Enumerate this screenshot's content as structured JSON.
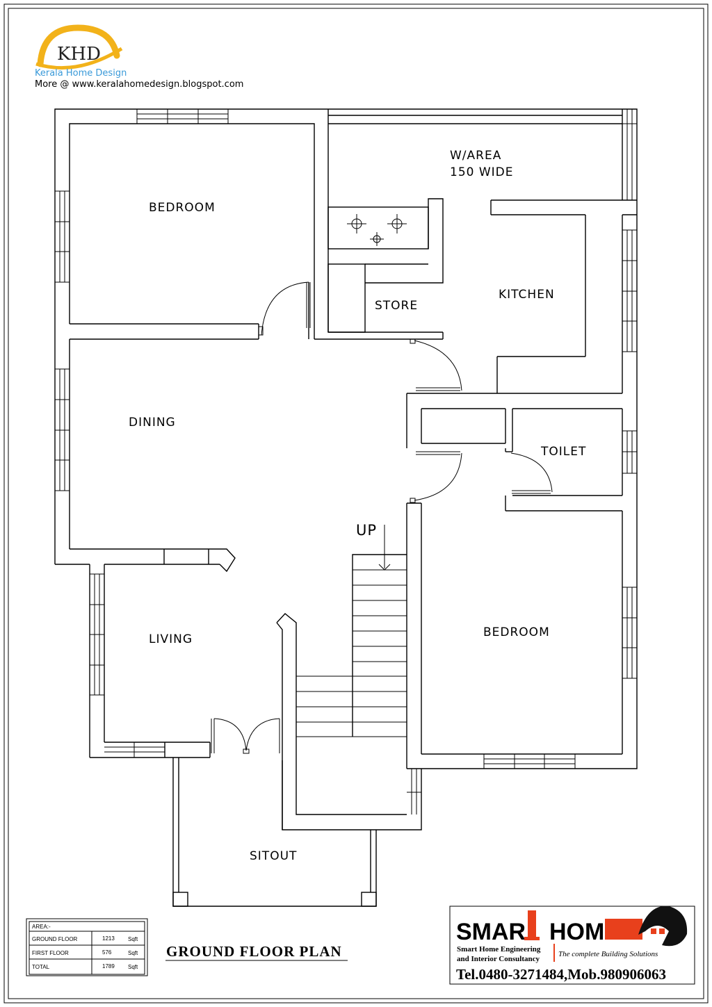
{
  "logo": {
    "mark": "KHD",
    "name": "Kerala Home Design",
    "url_line": "More @ www.keralahomedesign.blogspot.com",
    "arc_color": "#f2b21a",
    "name_color": "#3a9ad9"
  },
  "rooms": {
    "bedroom_top": "BEDROOM",
    "warea_line1": "W/AREA",
    "warea_line2": "150 WIDE",
    "store": "STORE",
    "kitchen": "KITCHEN",
    "dining": "DINING",
    "toilet": "TOILET",
    "up": "UP",
    "living": "LIVING",
    "bedroom_right": "BEDROOM",
    "sitout": "SITOUT"
  },
  "plan_title": "GROUND FLOOR PLAN",
  "area_table": {
    "heading": "AREA:-",
    "rows": [
      {
        "label": "GROUND FLOOR",
        "value": "1213",
        "unit": "Sqft"
      },
      {
        "label": "FIRST FLOOR",
        "value": "576",
        "unit": "Sqft"
      },
      {
        "label": "TOTAL",
        "value": "1789",
        "unit": "Sqft"
      }
    ]
  },
  "brand": {
    "left": "SMAR",
    "right": "HOM",
    "line1": "Smart Home Engineering",
    "line2": "and Interior Consultancy",
    "tagline": "The complete Building Solutions",
    "tel": "Tel.0480-3271484,Mob.980906063",
    "accent": "#e8401c"
  }
}
